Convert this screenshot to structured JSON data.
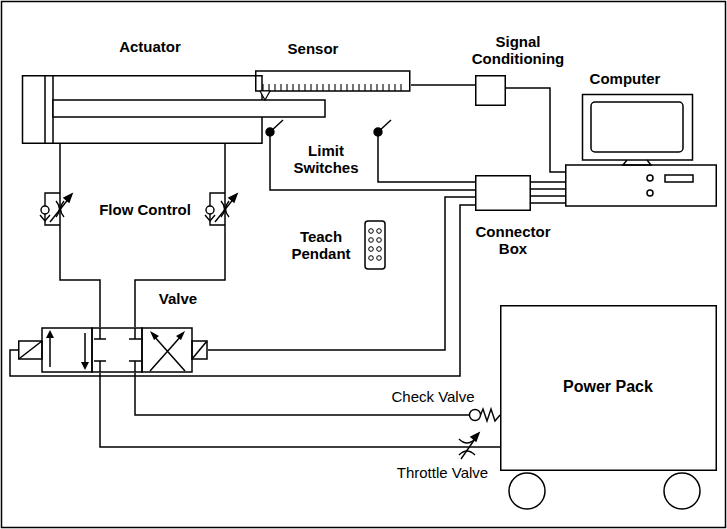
{
  "diagram": {
    "nodes": [
      {
        "text": [
          "Actuator"
        ]
      },
      {
        "text": [
          "Sensor"
        ]
      },
      {
        "text": [
          "Signal Conditioning"
        ]
      },
      {
        "text": [
          "Computer"
        ]
      },
      {
        "text": [
          "Teach Pendant"
        ]
      },
      {
        "text": [
          "Connector Box"
        ]
      },
      {
        "text": [
          "Valve"
        ]
      },
      {
        "text": [
          "Power Pack"
        ]
      }
    ],
    "edges": [
      {
        "from": 1,
        "to": 2,
        "arrow": "none"
      },
      {
        "from": 2,
        "to": 3,
        "arrow": "none"
      },
      {
        "from": 5,
        "to": 3,
        "arrow": "none"
      },
      {
        "from": 6,
        "to": 5,
        "arrow": "none"
      },
      {
        "from": 0,
        "to": 6,
        "arrow": "none"
      },
      {
        "from": 6,
        "to": 7,
        "arrow": "none"
      }
    ],
    "labels": [
      "Limit Switches",
      "Flow Control",
      "Check Valve",
      "Throttle Valve"
    ]
  }
}
